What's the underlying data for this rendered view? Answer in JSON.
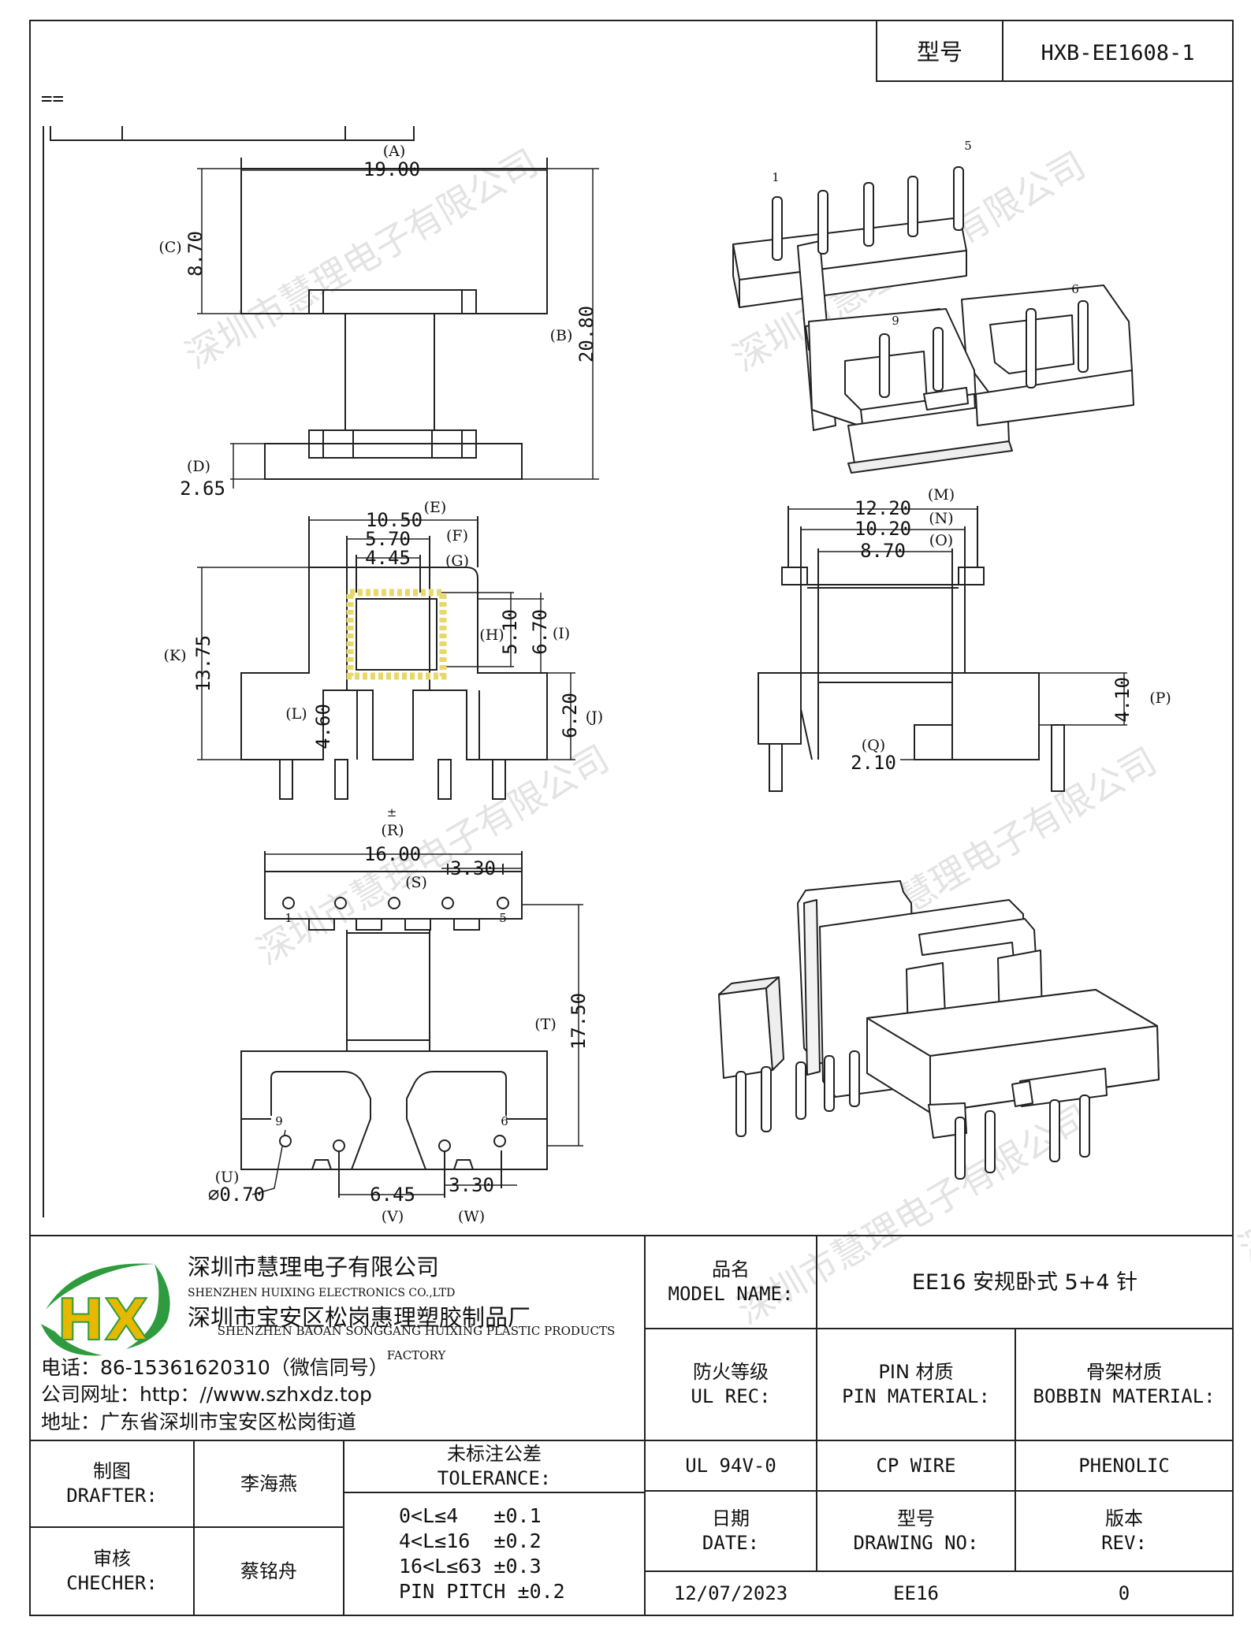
{
  "header": {
    "model_label": "型号",
    "model_value": "HXB-EE1608-1"
  },
  "margin_mark": "==",
  "watermark": "深圳市慧理电子有限公司",
  "drawing": {
    "top_view": {
      "A_label": "(A)",
      "A_value": "19.00",
      "B_label": "(B)",
      "B_value": "20.80",
      "C_label": "(C)",
      "C_value": "8.70",
      "D_label": "(D)",
      "D_value": "2.65"
    },
    "front_view": {
      "E_label": "(E)",
      "E_value": "10.50",
      "F_label": "(F)",
      "F_value": "5.70",
      "G_label": "(G)",
      "G_value": "4.45",
      "H_label": "(H)",
      "H_value": "5.10",
      "I_label": "(I)",
      "I_value": "6.70",
      "J_label": "(J)",
      "J_value": "6.20",
      "K_label": "(K)",
      "K_value": "13.75",
      "L_label": "(L)",
      "L_value": "4.60"
    },
    "side_view": {
      "M_label": "(M)",
      "M_value": "12.20",
      "N_label": "(N)",
      "N_value": "10.20",
      "O_label": "(O)",
      "O_value": "8.70",
      "P_label": "(P)",
      "P_value": "4.10",
      "Q_label": "(Q)",
      "Q_value": "2.10"
    },
    "bottom_view": {
      "R_label": "(R)",
      "R_value": "16.00",
      "S_label": "(S)",
      "S_value": "3.30",
      "T_label": "(T)",
      "T_value": "17.50",
      "U_label": "(U)",
      "U_value": "⌀0.70",
      "V_label": "(V)",
      "V_value": "6.45",
      "W_label": "(W)",
      "W_value": "3.30"
    },
    "iso_pins": {
      "p1": "1",
      "p5": "5",
      "p6": "6",
      "p9": "9"
    },
    "bottom_pins": {
      "p1": "1",
      "p5": "5",
      "p6": "6",
      "p9": "9"
    },
    "small_mark": "±"
  },
  "company": {
    "logo_text": "HX",
    "name_cn": "深圳市慧理电子有限公司",
    "name_en": "SHENZHEN HUIXING ELECTRONICS CO.,LTD",
    "factory_cn": "深圳市宝安区松岗惠理塑胶制品厂",
    "factory_en": "SHENZHEN BAOAN SONGGANG HUIXING PLASTIC PRODUCTS FACTORY",
    "phone": "电话：86-15361620310（微信同号）",
    "website": "公司网址：http：//www.szhxdz.top",
    "address": "地址：广东省深圳市宝安区松岗街道"
  },
  "title_block": {
    "model_name_cn": "品名",
    "model_name_en": "MODEL NAME:",
    "model_name_value": "EE16 安规卧式 5+4 针",
    "ul_rec_cn": "防火等级",
    "ul_rec_en": "UL REC:",
    "pin_mat_cn": "PIN 材质",
    "pin_mat_en": "PIN MATERIAL:",
    "bobbin_mat_cn": "骨架材质",
    "bobbin_mat_en": "BOBBIN MATERIAL:",
    "ul_value": "UL 94V-0",
    "pin_value": "CP WIRE",
    "bobbin_value": "PHENOLIC",
    "drafter_cn": "制图",
    "drafter_en": "DRAFTER:",
    "drafter_name": "李海燕",
    "checker_cn": "审核",
    "checker_en": "CHECHER:",
    "checker_name": "蔡铭舟",
    "tolerance_cn": "未标注公差",
    "tolerance_en": "TOLERANCE:",
    "tol_1": "0<L≤4   ±0.1",
    "tol_2": "4<L≤16  ±0.2",
    "tol_3": "16<L≤63 ±0.3",
    "tol_4": "PIN PITCH ±0.2",
    "date_cn": "日期",
    "date_en": "DATE:",
    "date_value": "12/07/2023",
    "drawing_no_cn": "型号",
    "drawing_no_en": "DRAWING NO:",
    "drawing_no_value": "EE16",
    "rev_cn": "版本",
    "rev_en": "REV:",
    "rev_value": "0"
  }
}
